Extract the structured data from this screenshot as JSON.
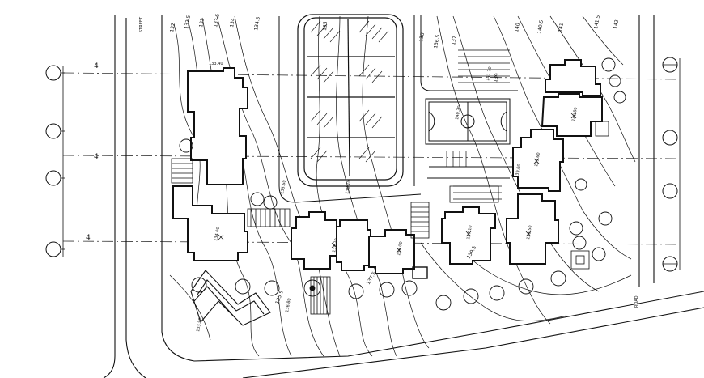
{
  "drawing": {
    "contour_labels": [
      "132",
      "132.5",
      "133",
      "133.5",
      "134",
      "134.5",
      "135",
      "136.5",
      "137",
      "138",
      "138.5",
      "139",
      "140",
      "140.5",
      "141",
      "141.5",
      "142",
      "135.5",
      "137.5",
      "139.5"
    ],
    "grid_bubbles": [
      "",
      "",
      "",
      "",
      "",
      "",
      "",
      ""
    ],
    "axis_labels": [
      "4",
      "4",
      "4"
    ],
    "spot_elevations": [
      "133.40",
      "134.00",
      "135.20",
      "136.00",
      "137.10",
      "138.50",
      "139.60",
      "140.80",
      "141.20",
      "133.90",
      "136.80",
      "138.10",
      "140.30",
      "135.60",
      "139.00"
    ],
    "street_labels": [
      "STREET",
      "ROAD"
    ],
    "colors": {
      "line": "#111111",
      "paper": "#ffffff",
      "dash": "#333333"
    }
  }
}
